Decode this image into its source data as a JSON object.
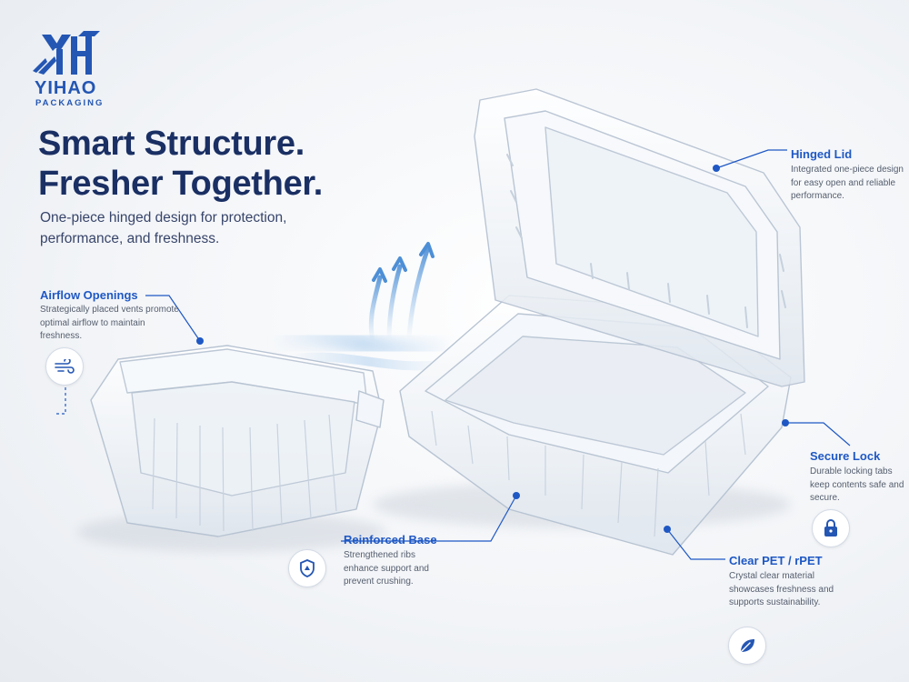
{
  "brand": {
    "name": "YIHAO",
    "tagline": "PACKAGING",
    "accent_color": "#2456b3",
    "headline_color": "#1a2f63"
  },
  "headline": {
    "line1": "Smart Structure.",
    "line2": "Fresher Together."
  },
  "subheadline": "One-piece hinged design for protection, performance, and freshness.",
  "callouts": {
    "airflow": {
      "title": "Airflow Openings",
      "text": "Strategically placed vents promote optimal airflow to maintain freshness.",
      "icon": "wind-icon"
    },
    "hinged_lid": {
      "title": "Hinged Lid",
      "text": "Integrated one-piece design for easy open and reliable performance."
    },
    "secure_lock": {
      "title": "Secure Lock",
      "text": "Durable locking tabs keep contents safe and secure.",
      "icon": "lock-icon"
    },
    "reinforced_base": {
      "title": "Reinforced Base",
      "text": "Strengthened ribs enhance support and prevent crushing.",
      "icon": "shield-icon"
    },
    "clear_pet": {
      "title": "Clear PET / rPET",
      "text": "Crystal clear material showcases freshness and supports sustainability.",
      "icon": "leaf-icon"
    }
  }
}
